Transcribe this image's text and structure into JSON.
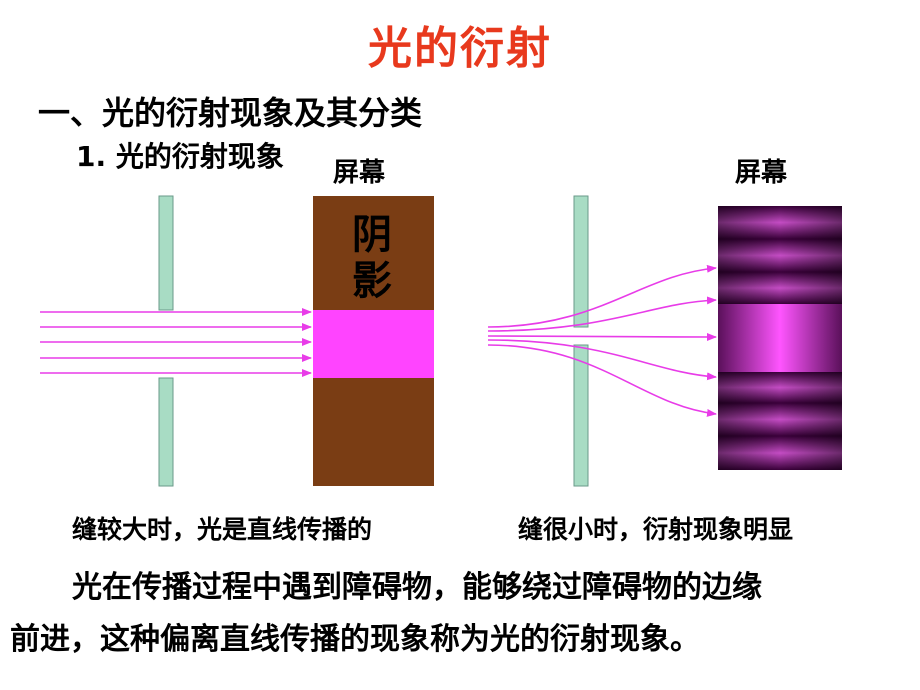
{
  "title": "光的衍射",
  "section": "一、光的衍射现象及其分类",
  "subsection": "1. 光的衍射现象",
  "left_diagram": {
    "screen_label": "屏幕",
    "shadow_text_1": "阴",
    "shadow_text_2": "影",
    "caption": "缝较大时，光是直线传播的"
  },
  "right_diagram": {
    "screen_label": "屏幕",
    "caption": "缝很小时，衍射现象明显"
  },
  "definition": {
    "line1": "光在传播过程中遇到障碍物，能够绕过障碍物的边缘",
    "line2": "前进，这种偏离直线传播的现象称为光的衍射现象。"
  },
  "colors": {
    "title": "#e8391d",
    "ray": "#e83ce8",
    "screen_brown": "#7a3d14",
    "slit_plate": "#a8dcc4",
    "bright_band": "#ff44ff",
    "fringe_dark": "#4a0a4a",
    "fringe_light": "#c050c0"
  }
}
